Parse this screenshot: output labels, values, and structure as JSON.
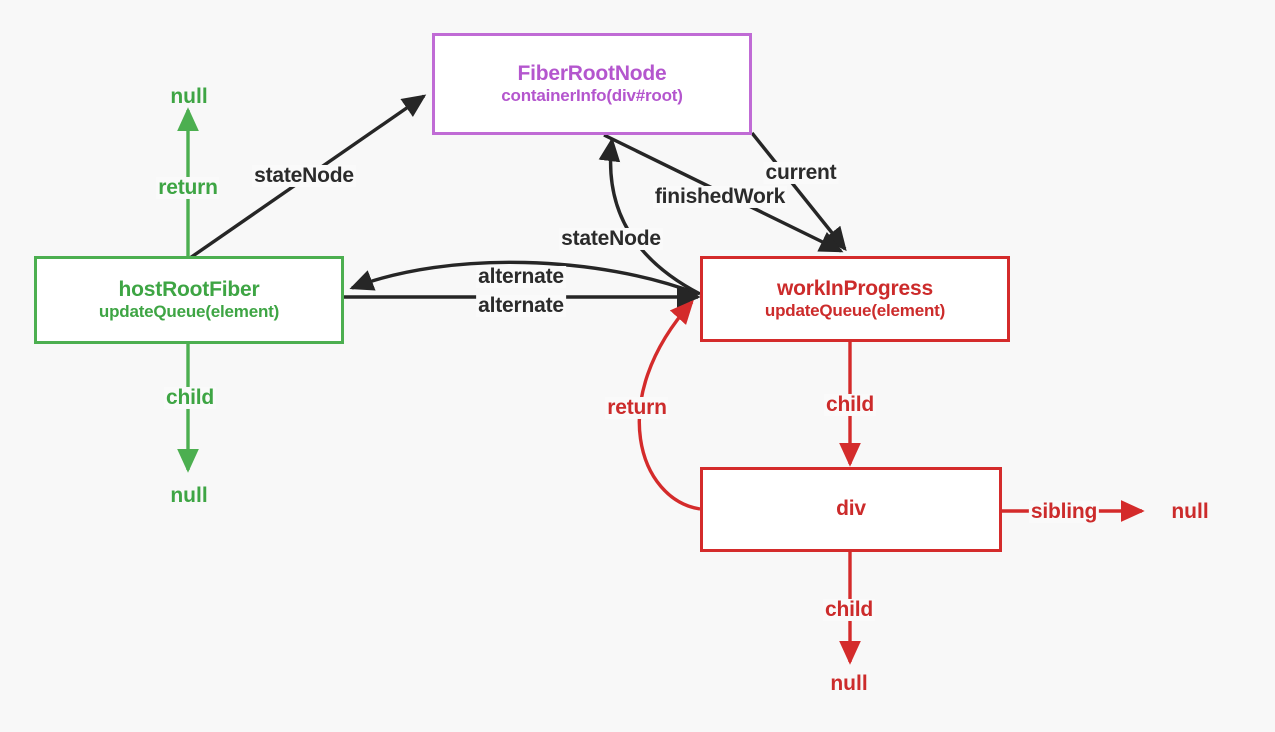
{
  "diagram": {
    "title": "React Fiber tree: current and workInProgress trees",
    "background": "#f8f8f8",
    "colors": {
      "green": "#4CAF50",
      "green_text": "#3EA544",
      "red": "#D42B2B",
      "red_text": "#CC2B2B",
      "purple": "#C06BD5",
      "purple_text": "#B456CE",
      "black": "#2b2b2b"
    }
  },
  "nodes": [
    {
      "id": "fiberRootNode",
      "title": "FiberRootNode",
      "sub": "containerInfo(div#root)",
      "color": "purple"
    },
    {
      "id": "hostRootFiber",
      "title": "hostRootFiber",
      "sub": "updateQueue(element)",
      "color": "green"
    },
    {
      "id": "workInProgress",
      "title": "workInProgress",
      "sub": "updateQueue(element)",
      "color": "red"
    },
    {
      "id": "div",
      "title": "div",
      "sub": "",
      "color": "red"
    }
  ],
  "edge_labels": [
    {
      "id": "return-green",
      "text": "return",
      "color": "green"
    },
    {
      "id": "child-green",
      "text": "child",
      "color": "green"
    },
    {
      "id": "statenode-root",
      "text": "stateNode",
      "color": "black"
    },
    {
      "id": "statenode-wip",
      "text": "stateNode",
      "color": "black"
    },
    {
      "id": "alternate-top",
      "text": "alternate",
      "color": "black"
    },
    {
      "id": "alternate-bottom",
      "text": "alternate",
      "color": "black"
    },
    {
      "id": "current",
      "text": "current",
      "color": "black"
    },
    {
      "id": "finishedwork",
      "text": "finishedWork",
      "color": "black"
    },
    {
      "id": "return-red",
      "text": "return",
      "color": "red"
    },
    {
      "id": "child-red-wip",
      "text": "child",
      "color": "red"
    },
    {
      "id": "sibling-red",
      "text": "sibling",
      "color": "red"
    },
    {
      "id": "child-red-div",
      "text": "child",
      "color": "red"
    }
  ],
  "terminals": [
    {
      "id": "null-green-top",
      "text": "null",
      "color": "green"
    },
    {
      "id": "null-green-bottom",
      "text": "null",
      "color": "green"
    },
    {
      "id": "null-red-sibling",
      "text": "null",
      "color": "red"
    },
    {
      "id": "null-red-child",
      "text": "null",
      "color": "red"
    }
  ]
}
